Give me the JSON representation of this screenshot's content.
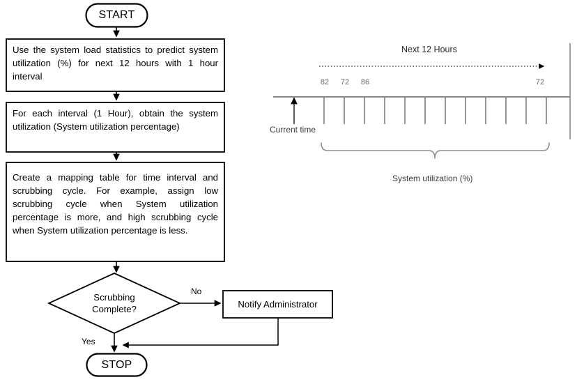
{
  "diagram": {
    "title": "Scrubbing cycle flowchart with system utilization timeline",
    "colors": {
      "stroke": "#000000",
      "timeline_stroke": "#808080",
      "text": "#000000",
      "timeline_text": "#555555",
      "background": "#ffffff"
    }
  },
  "flowchart": {
    "start": {
      "label": "START"
    },
    "steps": [
      {
        "id": "predict-utilization",
        "label": "Use the system load statistics to predict system utilization (%) for next 12 hours with 1 hour interval"
      },
      {
        "id": "obtain-utilization",
        "label": "For each interval (1 Hour), obtain the system utilization (System utilization percentage)"
      },
      {
        "id": "mapping-table",
        "label": "Create a mapping table for time interval and scrubbing cycle. For example, assign low scrubbing cycle when System utilization percentage is more, and high scrubbing cycle when System utilization percentage is less."
      }
    ],
    "decision": {
      "id": "scrubbing-complete",
      "label": "Scrubbing Complete?",
      "line1": "Scrubbing",
      "line2": "Complete?",
      "branch_no": "No",
      "branch_yes": "Yes"
    },
    "notify": {
      "label": "Notify Administrator"
    },
    "stop": {
      "label": "STOP"
    }
  },
  "timeline": {
    "title": "Next 12 Hours",
    "current_time_label": "Current time",
    "brace_caption": "System utilization (%)",
    "tick_count": 12,
    "tick_values": [
      "82",
      "72",
      "86",
      "",
      "",
      "",
      "",
      "",
      "",
      "",
      "",
      "72"
    ],
    "labelled_ticks": [
      {
        "index": 0,
        "value": "82"
      },
      {
        "index": 1,
        "value": "72"
      },
      {
        "index": 2,
        "value": "86"
      },
      {
        "index": 11,
        "value": "72"
      }
    ]
  }
}
